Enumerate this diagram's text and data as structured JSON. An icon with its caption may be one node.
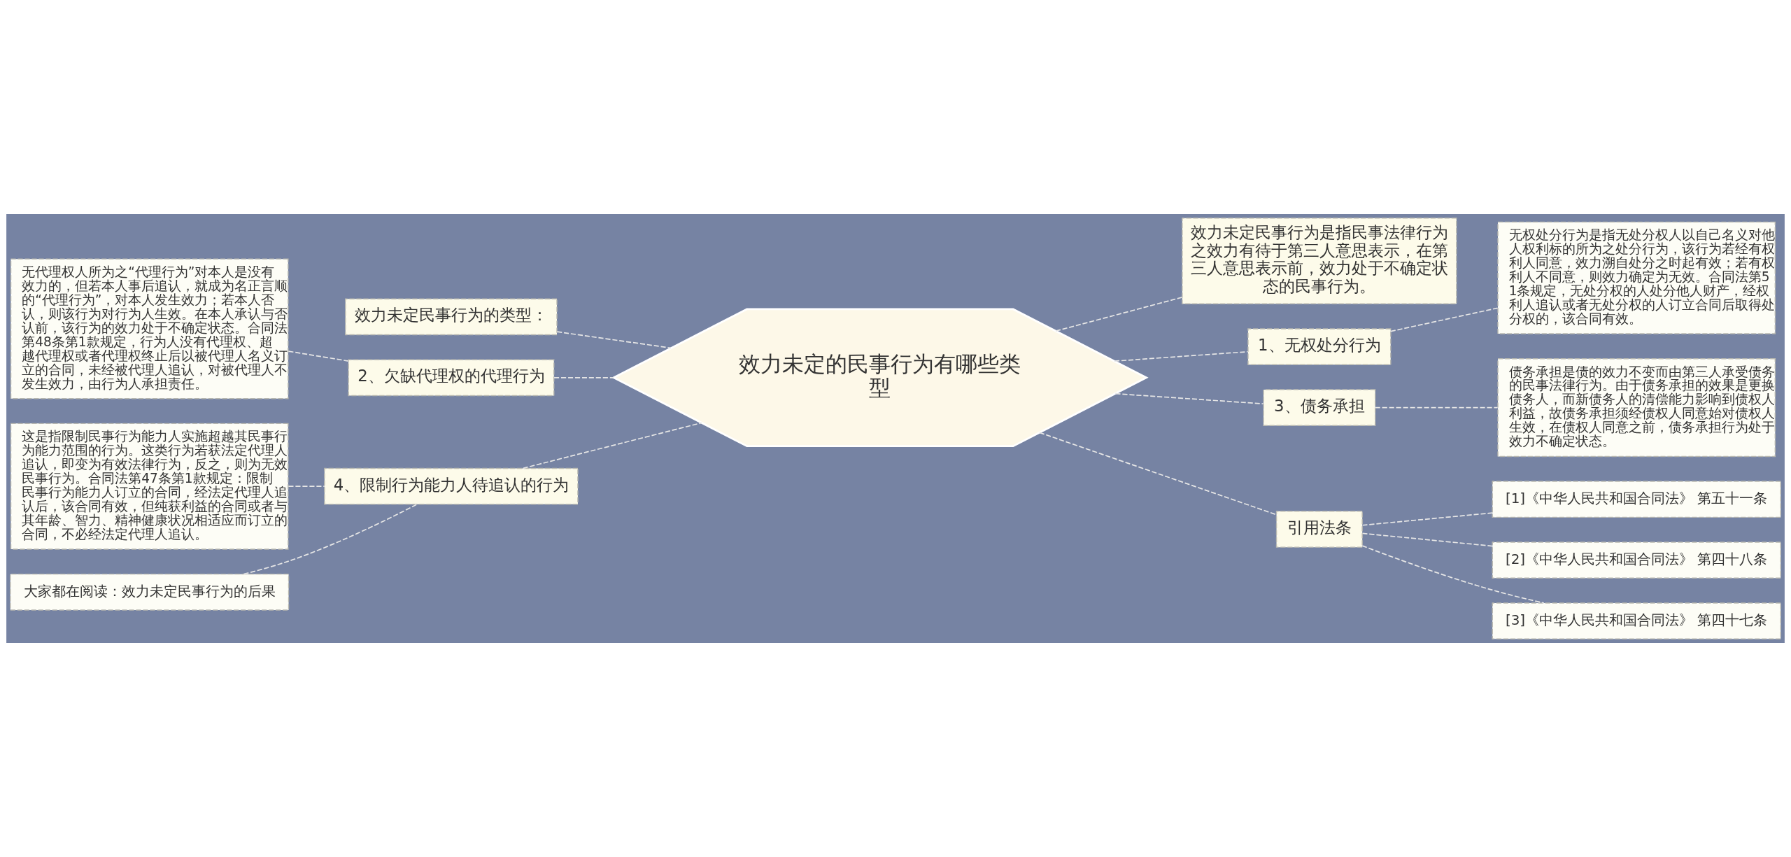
{
  "diagram": {
    "nodes": [
      {
        "text": [
          "效力未定的民事行为有哪些类型"
        ]
      },
      {
        "text": [
          "效力未定民事行为的类型："
        ]
      },
      {
        "text": [
          "2、欠缺代理权的代理行为"
        ]
      },
      {
        "text": [
          "无代理权人所为之“代理行为”对本人是没有效力的，但若本人事后追认，就成为名正言顺的“代理行为”，对本人发生效力；若本人否认，则该行为对行为人生效。在本人承认与否认前，该行为的效力处于不确定状态。合同法第48条第1款规定，行为人没有代理权、超越代理权或者代理权终止后以被代理人名义订立的合同，未经被代理人追认，对被代理人不发生效力，由行为人承担责任。"
        ]
      },
      {
        "text": [
          "4、限制行为能力人待追认的行为"
        ]
      },
      {
        "text": [
          "这是指限制民事行为能力人实施超越其民事行为能力范围的行为。这类行为若获法定代理人追认，即变为有效法律行为，反之，则为无效民事行为。合同法第47条第1款规定：限制民事行为能力人订立的合同，经法定代理人追认后，该合同有效，但纯获利益的合同或者与其年龄、智力、精神健康状况相适应而订立的合同，不必经法定代理人追认。"
        ]
      },
      {
        "text": [
          "大家都在阅读：效力未定民事行为的后果"
        ]
      },
      {
        "text": [
          "效力未定民事行为是指民事法律行为之效力有待于第三人意思表示，在第三人意思表示前，效力处于不确定状态的民事行为。"
        ]
      },
      {
        "text": [
          "1、无权处分行为"
        ]
      },
      {
        "text": [
          "无权处分行为是指无处分权人以自己名义对他人权利标的所为之处分行为，该行为若经有权利人同意，效力溯自处分之时起有效；若有权利人不同意，则效力确定为无效。合同法第51条规定，无处分权的人处分他人财产，经权利人追认或者无处分权的人订立合同后取得处分权的，该合同有效。"
        ]
      },
      {
        "text": [
          "3、债务承担"
        ]
      },
      {
        "text": [
          "债务承担是债的效力不变而由第三人承受债务的民事法律行为。由于债务承担的效果是更换债务人，而新债务人的清偿能力影响到债权人利益，故债务承担须经债权人同意始对债权人生效，在债权人同意之前，债务承担行为处于效力不确定状态。"
        ]
      },
      {
        "text": [
          "引用法条"
        ]
      },
      {
        "text": [
          "[1]《中华人民共和国合同法》 第五十一条"
        ]
      },
      {
        "text": [
          "[2]《中华人民共和国合同法》 第四十八条"
        ]
      },
      {
        "text": [
          "[3]《中华人民共和国合同法》 第四十七条"
        ]
      }
    ],
    "edges": [
      {
        "from": 0,
        "to": 1,
        "arrow": "none",
        "style": "dashed"
      },
      {
        "from": 0,
        "to": 2,
        "arrow": "none",
        "style": "dashed"
      },
      {
        "from": 2,
        "to": 3,
        "arrow": "none",
        "style": "dashed"
      },
      {
        "from": 0,
        "to": 4,
        "arrow": "none",
        "style": "dashed"
      },
      {
        "from": 4,
        "to": 5,
        "arrow": "none",
        "style": "dashed"
      },
      {
        "from": 4,
        "to": 6,
        "arrow": "none",
        "style": "dashed"
      },
      {
        "from": 0,
        "to": 7,
        "arrow": "none",
        "style": "dashed"
      },
      {
        "from": 0,
        "to": 8,
        "arrow": "none",
        "style": "dashed"
      },
      {
        "from": 8,
        "to": 9,
        "arrow": "none",
        "style": "dashed"
      },
      {
        "from": 0,
        "to": 10,
        "arrow": "none",
        "style": "dashed"
      },
      {
        "from": 10,
        "to": 11,
        "arrow": "none",
        "style": "dashed"
      },
      {
        "from": 0,
        "to": 12,
        "arrow": "none",
        "style": "dashed"
      },
      {
        "from": 12,
        "to": 13,
        "arrow": "none",
        "style": "dashed"
      },
      {
        "from": 12,
        "to": 14,
        "arrow": "none",
        "style": "dashed"
      },
      {
        "from": 12,
        "to": 15,
        "arrow": "none",
        "style": "dashed"
      }
    ]
  }
}
